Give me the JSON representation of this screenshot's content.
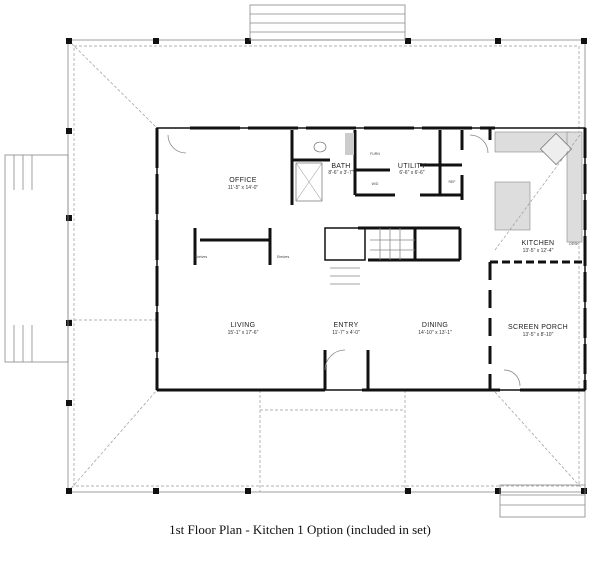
{
  "caption": "1st Floor Plan - Kitchen 1 Option (included in set)",
  "rooms": {
    "office": {
      "name": "OFFICE",
      "dim": "11'-5\" x 14'-0\""
    },
    "bath": {
      "name": "BATH",
      "dim": "8'-6\" x 3'-7\""
    },
    "utility": {
      "name": "UTILITY",
      "dim": "6'-6\" x 6'-6\""
    },
    "kitchen": {
      "name": "KITCHEN",
      "dim": "13'-5\" x 12'-4\""
    },
    "living": {
      "name": "LIVING",
      "dim": "15'-1\" x 17'-6\""
    },
    "entry": {
      "name": "ENTRY",
      "dim": "11'-7\" x 4'-0\""
    },
    "dining": {
      "name": "DINING",
      "dim": "14'-10\" x 13'-1\""
    },
    "screen_porch": {
      "name": "SCREEN PORCH",
      "dim": "13'-5\" x 8'-10\""
    }
  },
  "fixtures": {
    "shelves": "Shelves",
    "furn": "FURN",
    "wd": "W/D",
    "ref": "REF",
    "desk": "DESK"
  }
}
